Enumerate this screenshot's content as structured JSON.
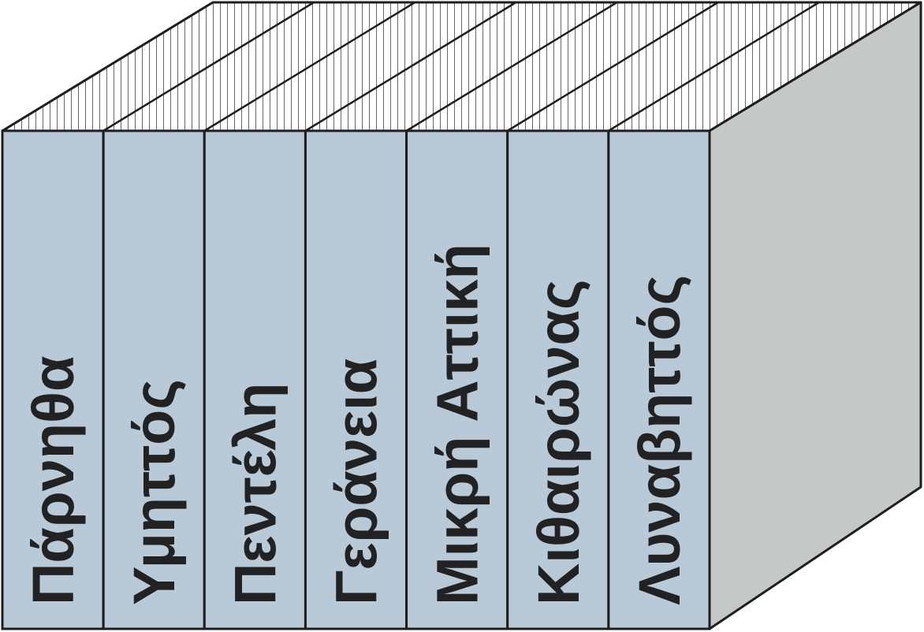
{
  "colors": {
    "spine_fill": "#b8cad8",
    "top_fill": "#ffffff",
    "top_hatch": "#444444",
    "side_fill": "#c6c7c7",
    "outline": "#1e1e1e",
    "label": "#222222"
  },
  "books": [
    {
      "label": "Πάρνηθα"
    },
    {
      "label": "Υμηττός"
    },
    {
      "label": "Πεντέλη"
    },
    {
      "label": "Γεράνεια"
    },
    {
      "label": "Μικρή Αττική"
    },
    {
      "label": "Κιθαιρώνας"
    },
    {
      "label": "Λυναβηττός"
    }
  ]
}
